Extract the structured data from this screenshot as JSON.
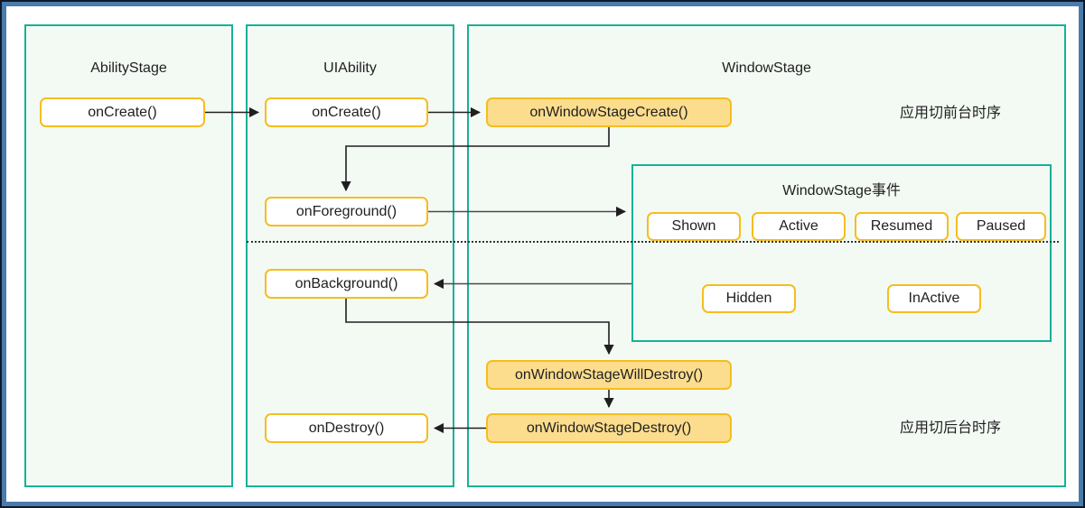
{
  "diagram": {
    "title_note_foreground": "应用切前台时序",
    "title_note_background": "应用切后台时序",
    "colors": {
      "panel_border": "#17b198",
      "panel_fill": "#f3faf4",
      "node_border": "#f5bd1f",
      "node_fill_plain": "#ffffff",
      "node_fill_highlight": "#fcdd8e",
      "arrow": "#1f1f1f",
      "frame_outer": "#0d1a2b",
      "frame_inner": "#4a7bab",
      "divider": "#333333"
    },
    "panels": [
      {
        "id": "abilitystage",
        "label": "AbilityStage"
      },
      {
        "id": "uiability",
        "label": "UIAbility"
      },
      {
        "id": "windowstage",
        "label": "WindowStage"
      }
    ],
    "events_group": {
      "label": "WindowStage事件",
      "row_top": [
        "Shown",
        "Active",
        "Resumed",
        "Paused"
      ],
      "row_bottom": [
        "Hidden",
        "InActive"
      ]
    },
    "nodes": {
      "abilitystage_oncreate": "onCreate()",
      "uiability_oncreate": "onCreate()",
      "windowstage_oncreate": "onWindowStageCreate()",
      "uiability_onforeground": "onForeground()",
      "uiability_onbackground": "onBackground()",
      "windowstage_willdestroy": "onWindowStageWillDestroy()",
      "windowstage_ondestroy": "onWindowStageDestroy()",
      "uiability_ondestroy": "onDestroy()"
    }
  }
}
